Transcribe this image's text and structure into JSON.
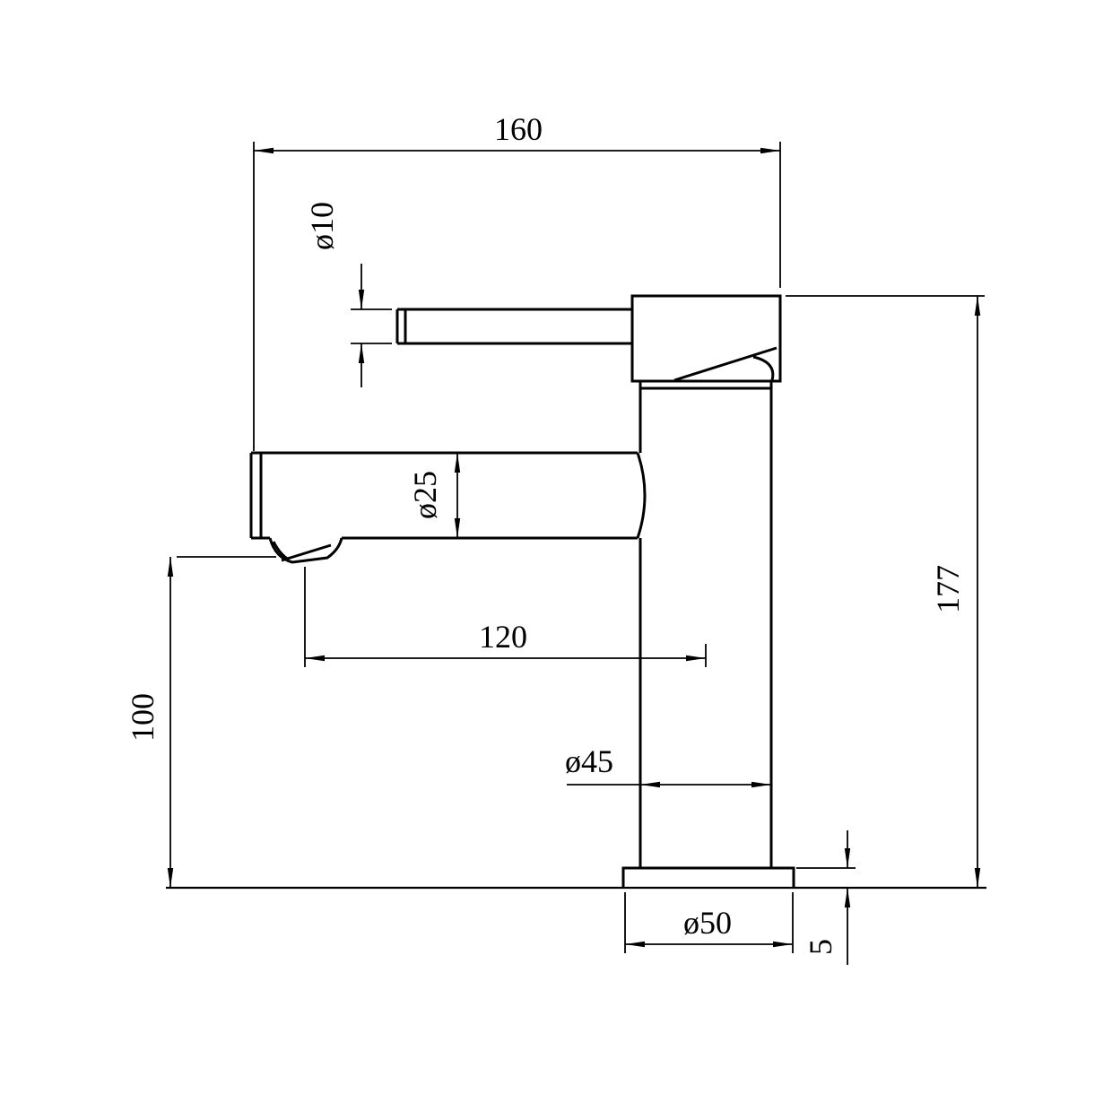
{
  "drawing": {
    "type": "technical-dimension-drawing",
    "subject": "basin mixer faucet side elevation",
    "background": "#ffffff",
    "line_color": "#000000"
  },
  "dims": {
    "spout_length_overall": "160",
    "lever_diameter": "ø10",
    "spout_diameter": "ø25",
    "spout_reach_center": "120",
    "outlet_height": "100",
    "body_diameter": "ø45",
    "overall_height": "177",
    "base_diameter": "ø50",
    "base_plate_height": "5"
  }
}
